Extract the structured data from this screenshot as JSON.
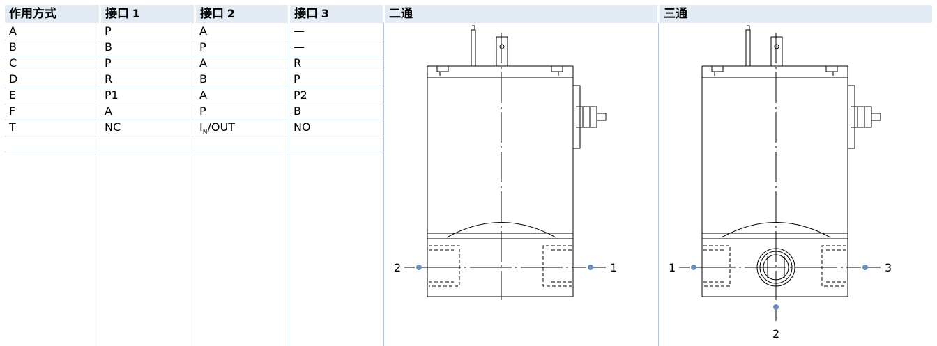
{
  "headers": {
    "mode": "作用方式",
    "port1_text": "接口",
    "port1_num": "1",
    "port2_text": "接口",
    "port2_num": "2",
    "port3_text": "接口",
    "port3_num": "3",
    "two_way": "二通",
    "three_way": "三通"
  },
  "rows": [
    {
      "mode": "A",
      "p1": "P",
      "p2": "A",
      "p3": "—"
    },
    {
      "mode": "B",
      "p1": "B",
      "p2": "P",
      "p3": "—"
    },
    {
      "mode": "C",
      "p1": "P",
      "p2": "A",
      "p3": "R"
    },
    {
      "mode": "D",
      "p1": "R",
      "p2": "B",
      "p3": "P"
    },
    {
      "mode": "E",
      "p1": "P1",
      "p2": "A",
      "p3": "P2"
    },
    {
      "mode": "F",
      "p1": "A",
      "p2": "P",
      "p3": "B"
    },
    {
      "mode": "T",
      "p1": "NC",
      "p2_main": "I",
      "p2_sub": "N",
      "p2_rest": "/OUT",
      "p3": "NO"
    }
  ],
  "two_way_ports": {
    "left": "2",
    "right": "1"
  },
  "three_way_ports": {
    "left": "1",
    "right": "3",
    "bottom": "2"
  },
  "colors": {
    "header_bg": "#e2eaf3",
    "grid": "#b7c6d6",
    "port_dot": "#6b8db5"
  }
}
